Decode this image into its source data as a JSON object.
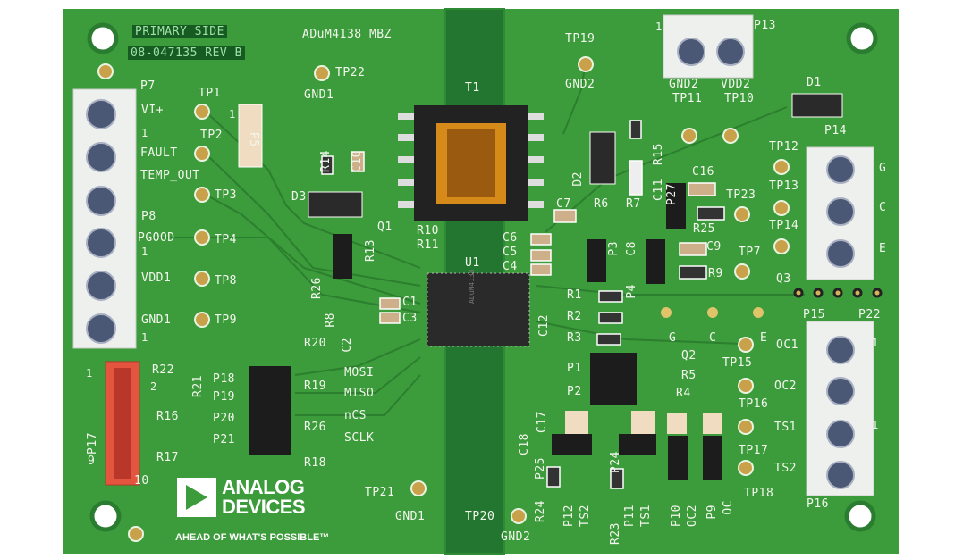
{
  "board": {
    "colors": {
      "pcb": "#3c9b3a",
      "isolation_gap": "#1f6e2b",
      "silkscreen": "#f2f7ee",
      "test_point": "#c8a14a",
      "terminal_block": "#eef0ee",
      "jumper": "#1c1c1c",
      "transformer_core": "#d58a1a",
      "header_red": "#e4553f"
    },
    "logo": {
      "line1": "ANALOG",
      "line2": "DEVICES",
      "tagline": "AHEAD OF WHAT'S POSSIBLE™"
    },
    "ic_markings": {
      "u1": "ADuM4138"
    },
    "labels": [
      "PRIMARY SIDE",
      "08-047135 REV B",
      "ADuM4138 MBZ",
      "TP22",
      "GND1",
      "P7",
      "VI+",
      "TP1",
      "1",
      "TP2",
      "P5",
      "1",
      "FAULT",
      "TEMP_OUT",
      "TP3",
      "P8",
      "PGOOD",
      "1",
      "TP4",
      "VDD1",
      "TP8",
      "GND1",
      "TP9",
      "1",
      "R14",
      "C10",
      "D3",
      "R13",
      "Q1",
      "R10",
      "R11",
      "R26",
      "R8",
      "C2",
      "C1",
      "C3",
      "T1",
      "U1",
      "TP19",
      "GND2",
      "P13",
      "1",
      "GND2",
      "VDD2",
      "TP11",
      "TP10",
      "D1",
      "P14",
      "D2",
      "R15",
      "C11",
      "P27",
      "C16",
      "TP23",
      "R25",
      "C9",
      "TP7",
      "R9",
      "TP12",
      "TP13",
      "TP14",
      "G",
      "C",
      "E",
      "Q3",
      "C7",
      "R6",
      "R7",
      "P3",
      "C8",
      "C6",
      "C5",
      "C4",
      "P4",
      "C12",
      "R1",
      "R2",
      "R3",
      "G",
      "C",
      "E",
      "P15",
      "P22",
      "OC1",
      "1",
      "TP15",
      "OC2",
      "TP16",
      "TS1",
      "TP17",
      "TS2",
      "TP18",
      "P16",
      "1",
      "P1",
      "Q2",
      "P2",
      "R5",
      "R4",
      "C18",
      "C17",
      "P25",
      "P24",
      "R24",
      "P12",
      "TS2",
      "R23",
      "P11",
      "TS1",
      "P10",
      "OC2",
      "P9",
      "OC",
      "TP20",
      "GND2",
      "TP21",
      "GND1",
      "P17",
      "1",
      "9",
      "10",
      "R22",
      "R21",
      "2",
      "P18",
      "P19",
      "R16",
      "P20",
      "P21",
      "R17",
      "R20",
      "MOSI",
      "R19",
      "MISO",
      "nCS",
      "R26",
      "SCLK",
      "R18"
    ]
  }
}
